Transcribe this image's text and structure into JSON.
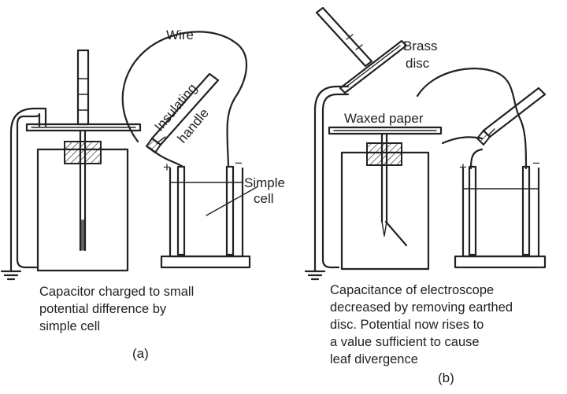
{
  "panel_a": {
    "labels": {
      "wire": "Wire",
      "insulating": "Insulating",
      "handle": "handle",
      "simple": "Simple",
      "cell": "cell",
      "plus": "+",
      "minus": "−"
    },
    "caption": [
      "Capacitor charged to small",
      "potential difference by",
      "simple cell"
    ],
    "tag": "(a)"
  },
  "panel_b": {
    "labels": {
      "brass": "Brass",
      "disc": "disc",
      "waxed_paper": "Waxed paper",
      "plus": "+",
      "minus": "−"
    },
    "caption": [
      "Capacitance of electroscope",
      "decreased by removing earthed",
      "disc. Potential now rises to",
      "a value sufficient to cause",
      "leaf divergence"
    ],
    "tag": "(b)"
  },
  "colors": {
    "ink": "#222222",
    "paper": "#ffffff"
  }
}
